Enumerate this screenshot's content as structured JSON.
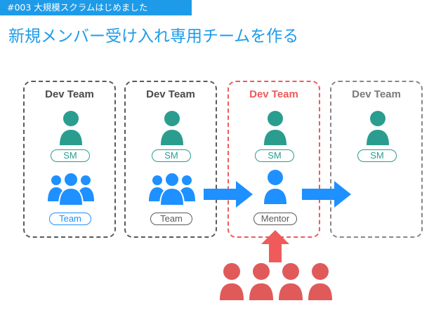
{
  "header": {
    "tag": "#003 大規模スクラムはじめました",
    "title": "新規メンバー受け入れ専用チームを作る"
  },
  "teams": [
    {
      "title": "Dev Team",
      "sm_label": "SM",
      "bottom_label": "Team",
      "status": "existing"
    },
    {
      "title": "Dev Team",
      "sm_label": "SM",
      "bottom_label": "Team",
      "status": "existing"
    },
    {
      "title": "Dev Team",
      "sm_label": "SM",
      "bottom_label": "Mentor",
      "status": "onboarding"
    },
    {
      "title": "Dev Team",
      "sm_label": "SM",
      "status": "new"
    }
  ],
  "new_members_count": 4,
  "colors": {
    "accent_blue": "#1e9be8",
    "teal": "#2a9d8f",
    "blue": "#1e90ff",
    "red": "#ef5a5a",
    "dark_border": "#5a5a5a",
    "gray_border": "#888888"
  },
  "icons": {
    "sm": "person-icon",
    "team": "group-icon",
    "mentor": "person-icon",
    "new_member": "person-icon",
    "flow": "arrow-right-icon",
    "join": "arrow-up-icon"
  }
}
